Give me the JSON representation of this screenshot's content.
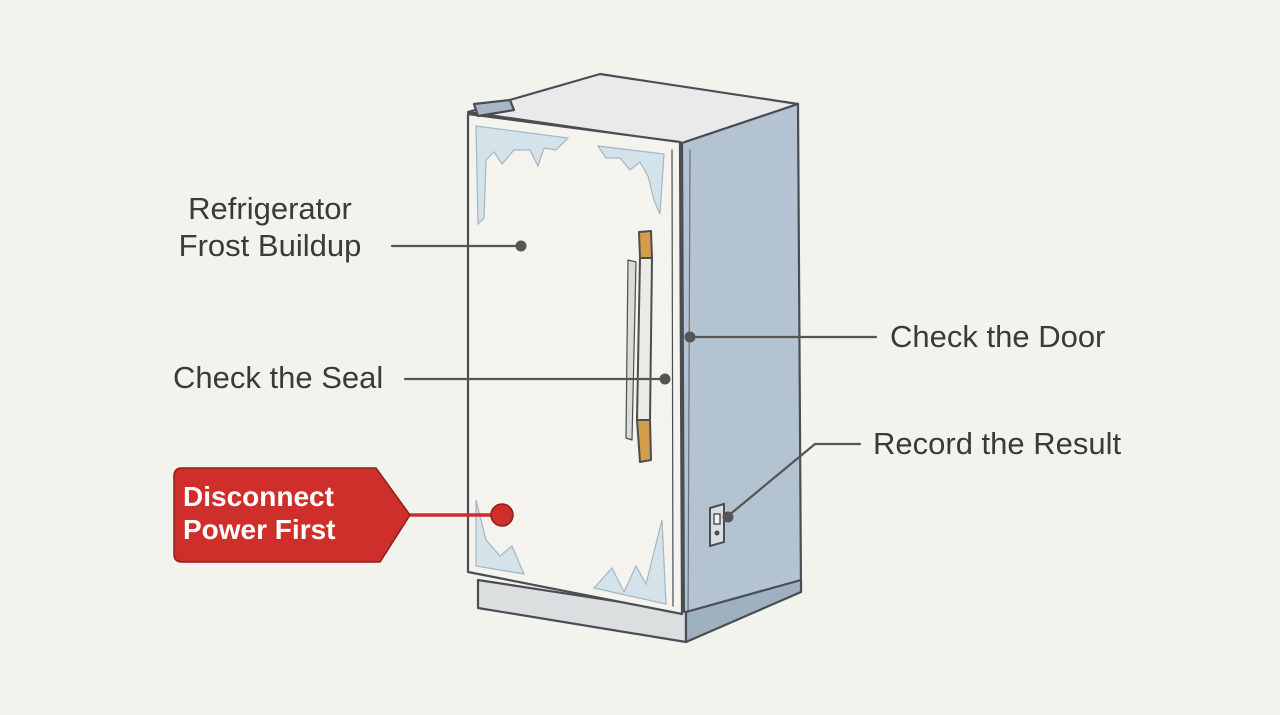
{
  "labels": {
    "frost_line1": "Refrigerator",
    "frost_line2": "Frost Buildup",
    "seal": "Check the Seal",
    "door": "Check the Door",
    "record": "Record the Result",
    "warning_line1": "Disconnect",
    "warning_line2": "Power First"
  },
  "colors": {
    "background": "#f3f3ee",
    "door_panel": "#f4f3ee",
    "side_panel": "#b4c3d1",
    "outline": "#4a4d52",
    "frost": "#d3e2ea",
    "handle": "#d39d4c",
    "warning_tag": "#cf2f2a",
    "leader_line": "#555555"
  },
  "icons": [
    "refrigerator-illustration",
    "power-switch-icon",
    "warning-tag-icon"
  ]
}
